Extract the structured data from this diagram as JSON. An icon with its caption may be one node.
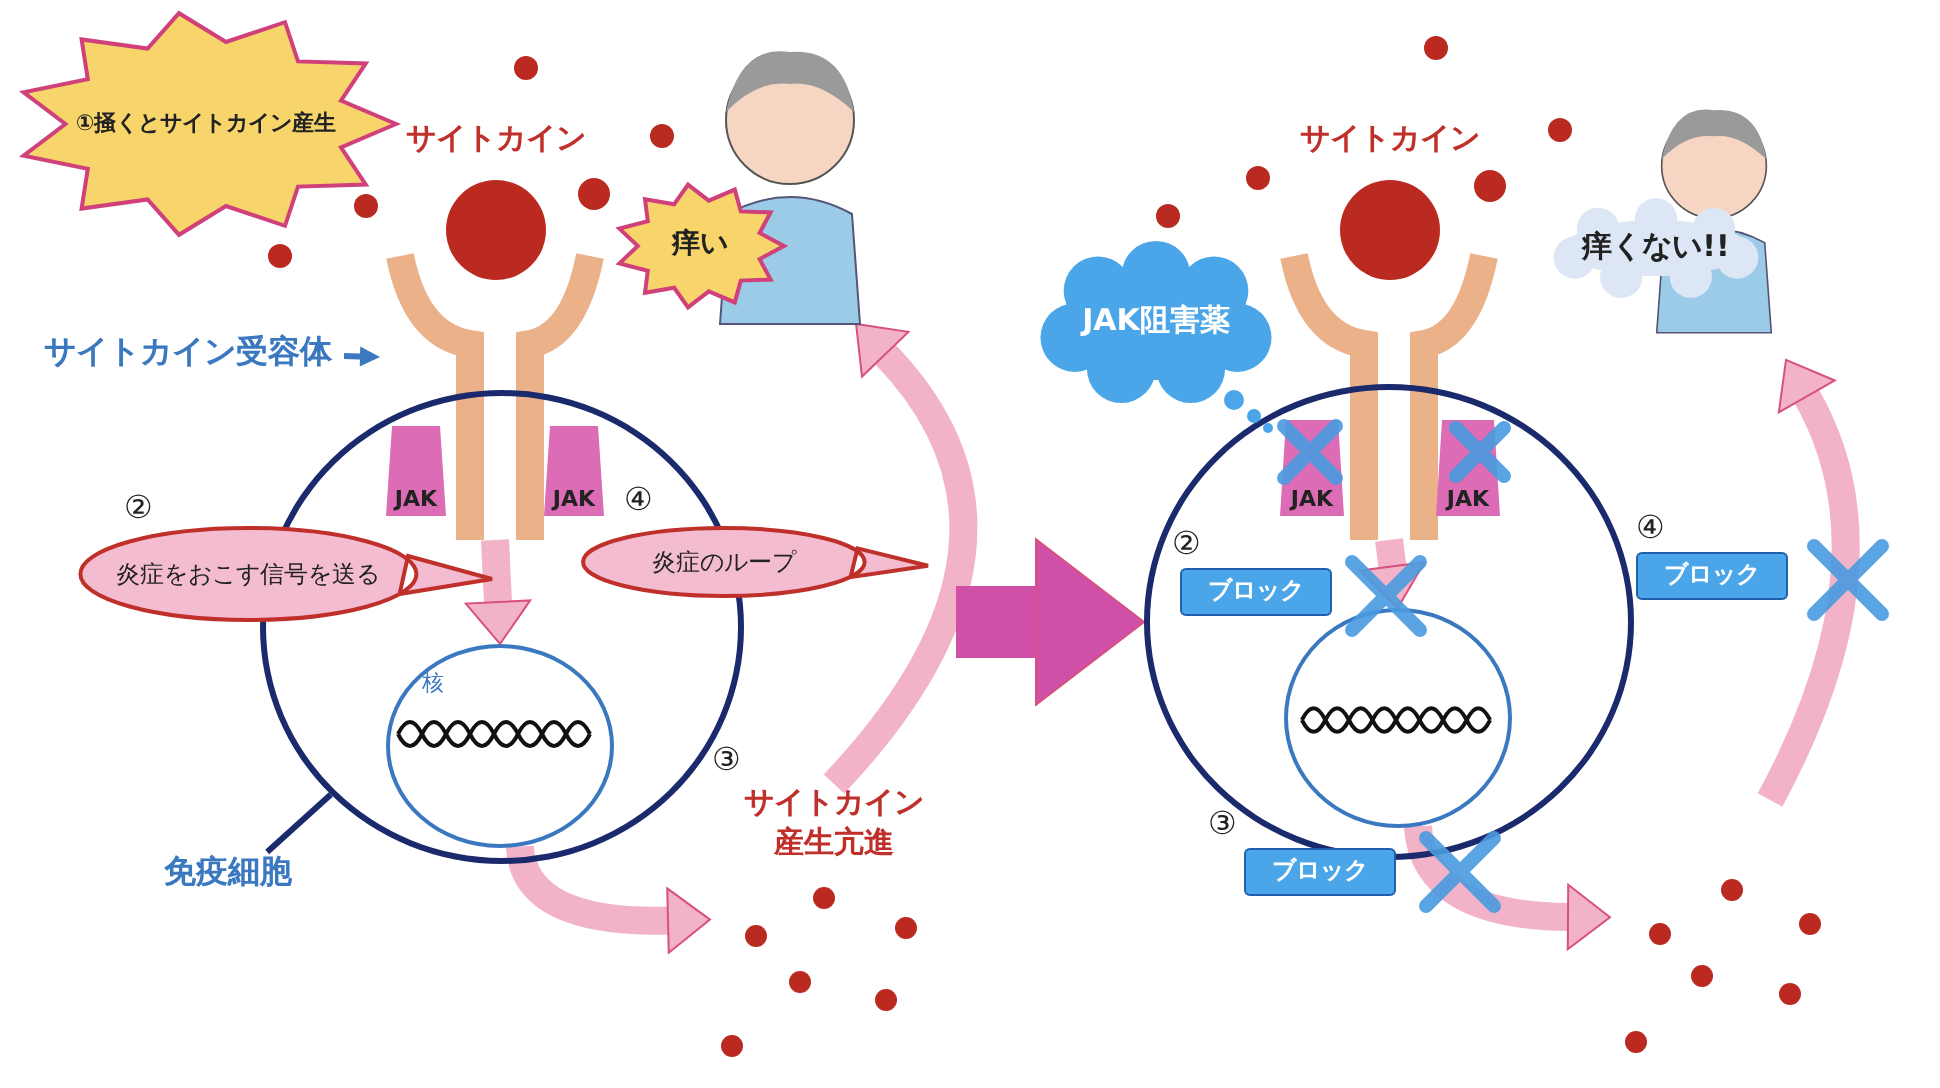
{
  "diagram": {
    "nodes": [
      {
        "text": [
          "①掻くとサイトカイン産生"
        ]
      },
      {
        "text": [
          "サイトカイン"
        ]
      },
      {
        "text": [],
        "shape": "picture"
      },
      {
        "text": [
          "サイトカイン受容体"
        ]
      },
      {
        "text": [],
        "shape": "circle"
      },
      {
        "text": [
          "JAK"
        ]
      },
      {
        "text": [
          "JAK"
        ]
      },
      {
        "text": [
          "炎症をおこす信号を送る"
        ],
        "beside": [
          "②"
        ]
      },
      {
        "text": [
          "核"
        ],
        "in": 4
      },
      {
        "text": [],
        "shape": "picture",
        "in": 8
      },
      {
        "text": [
          "炎症のループ"
        ],
        "beside": [
          "④"
        ]
      },
      {
        "text": [
          "免疫細胞"
        ]
      },
      {
        "text": [],
        "shape": "picture"
      },
      {
        "text": [
          "サイトカイン産生亢進"
        ],
        "beside": [
          "③"
        ]
      },
      {
        "text": [],
        "shape": "person"
      },
      {
        "text": [
          "痒い"
        ]
      },
      {
        "text": [
          "JAK阻害薬"
        ]
      },
      {
        "text": [
          "サイトカイン"
        ]
      },
      {
        "text": [],
        "shape": "picture"
      },
      {
        "text": [],
        "shape": "person"
      },
      {
        "text": [
          "痒くない!!"
        ]
      },
      {
        "text": [],
        "shape": "circle"
      },
      {
        "text": [
          "JAK"
        ]
      },
      {
        "text": [
          "JAK"
        ]
      },
      {
        "text": [
          "ブロック"
        ],
        "beside": [
          "②"
        ],
        "in": 21
      },
      {
        "text": [],
        "shape": "circle",
        "in": 21
      },
      {
        "text": [],
        "shape": "picture",
        "in": 25
      },
      {
        "text": [
          "ブロック"
        ],
        "beside": [
          "④"
        ]
      },
      {
        "text": [
          "ブロック"
        ],
        "beside": [
          "③"
        ]
      },
      {
        "text": [],
        "shape": "picture"
      },
      {
        "text": [],
        "shape": "circle"
      },
      {
        "text": [],
        "shape": "circle"
      },
      {
        "text": [],
        "shape": "circle"
      },
      {
        "text": [],
        "shape": "circle"
      },
      {
        "text": [],
        "shape": "circle"
      },
      {
        "text": [],
        "shape": "circle"
      },
      {
        "text": [],
        "shape": "circle"
      },
      {
        "text": [],
        "shape": "circle"
      },
      {
        "text": [],
        "shape": "circle"
      },
      {
        "text": [],
        "shape": "circle"
      }
    ],
    "edges": [
      {
        "from": 3,
        "to": 2,
        "arrow": "to",
        "color": "#3a78c0"
      },
      {
        "from": 11,
        "to": 4,
        "arrow": "none",
        "color": "#1a2a6c"
      },
      {
        "from": 2,
        "to": 8,
        "arrow": "to"
      },
      {
        "from": 8,
        "to": 12,
        "arrow": "to"
      },
      {
        "from": 13,
        "to": 14,
        "arrow": "to"
      },
      {
        "from": null,
        "to": 21,
        "arrow": "to",
        "style": "thick",
        "color": "#d050a8"
      },
      {
        "from": 18,
        "to": 25,
        "arrow": "to"
      },
      {
        "from": 25,
        "to": 29,
        "arrow": "to"
      },
      {
        "from": null,
        "to": 19,
        "arrow": "to"
      }
    ]
  }
}
